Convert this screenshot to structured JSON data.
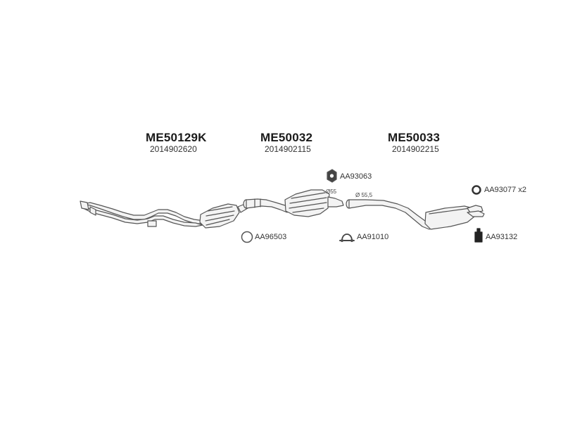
{
  "groups": [
    {
      "part_number": "ME50129K",
      "oem_number": "2014902620"
    },
    {
      "part_number": "ME50032",
      "oem_number": "2014902115"
    },
    {
      "part_number": "ME50033",
      "oem_number": "2014902215"
    }
  ],
  "accessories": [
    {
      "code": "AA93063",
      "icon": "rubber-hanger-icon"
    },
    {
      "code": "AA93077 x2",
      "icon": "gasket-ring-icon"
    },
    {
      "code": "AA96503",
      "icon": "seal-ring-icon"
    },
    {
      "code": "AA91010",
      "icon": "pipe-clamp-icon"
    },
    {
      "code": "AA93132",
      "icon": "mounting-block-icon"
    }
  ],
  "diameters": [
    "Ø55",
    "Ø 55,5"
  ],
  "colors": {
    "line": "#555555",
    "text": "#333333",
    "title": "#1a1a1a"
  }
}
